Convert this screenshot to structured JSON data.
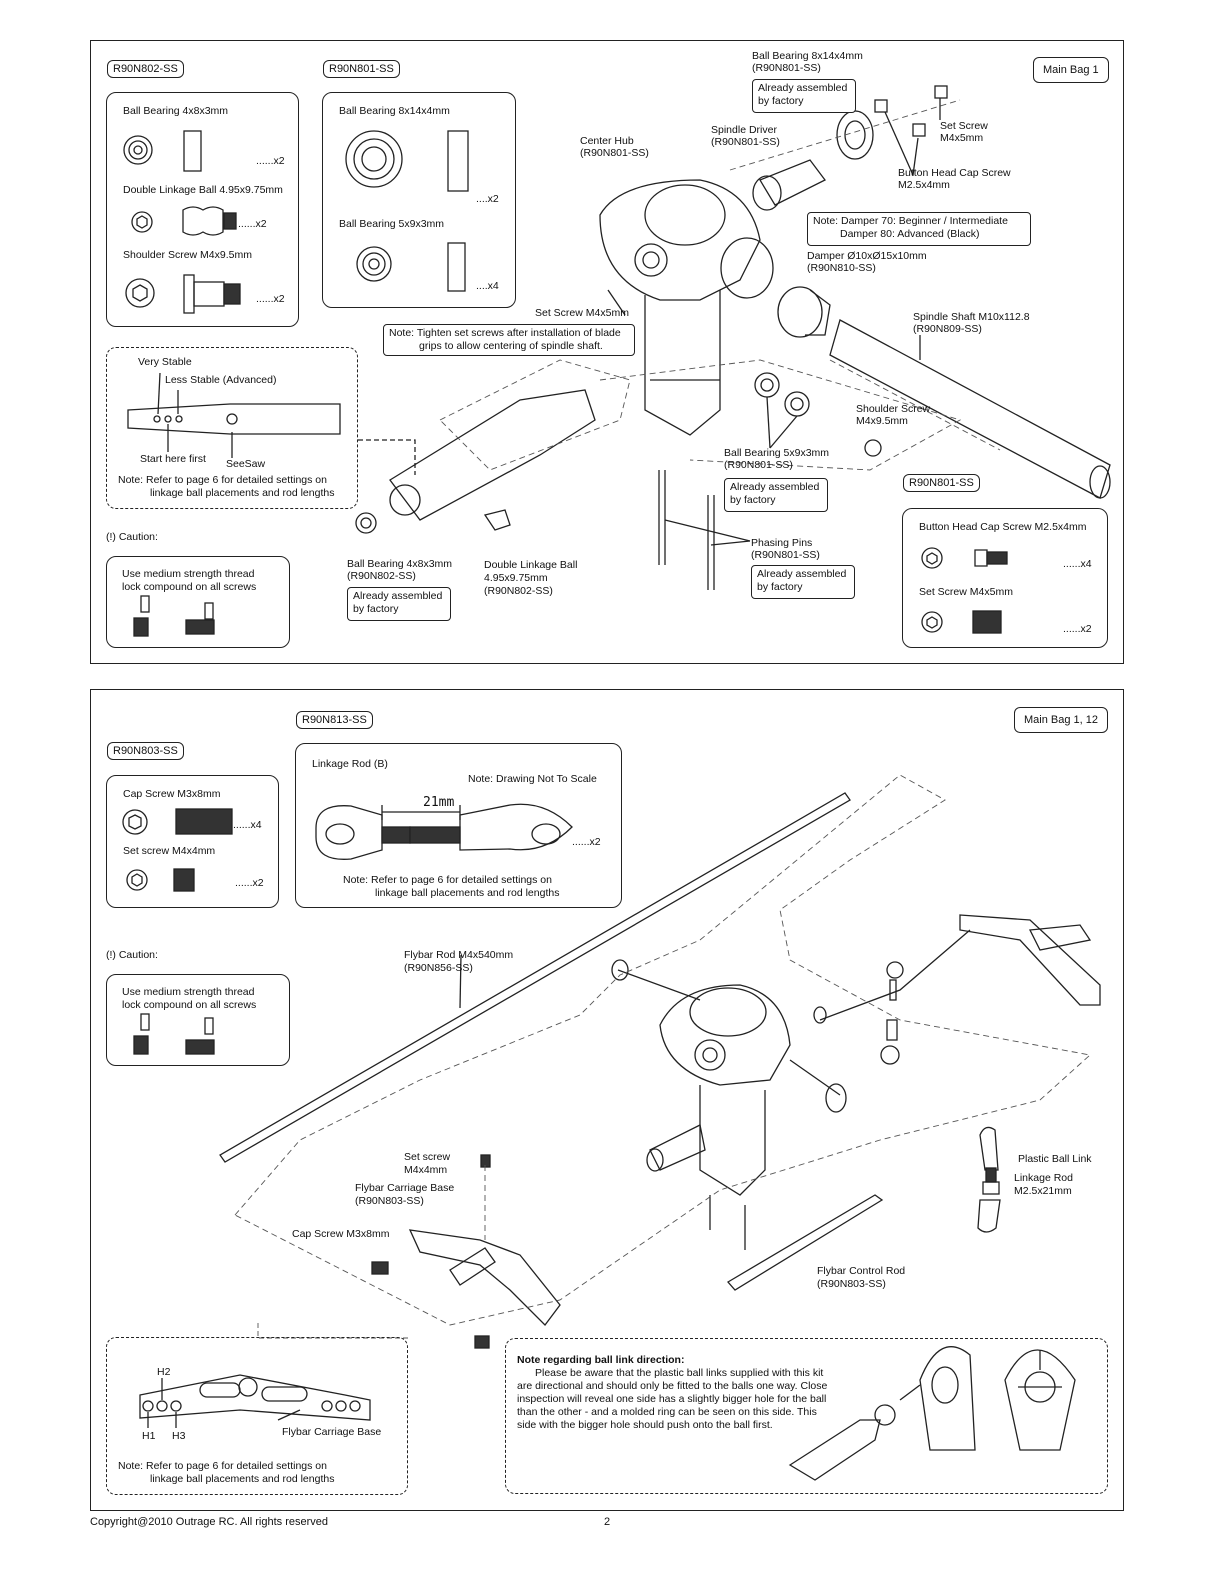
{
  "panel1": {
    "tags": {
      "t802": "R90N802-SS",
      "t801": "R90N801-SS",
      "t801b": "R90N801-SS",
      "bag": "Main Bag 1"
    },
    "box802": {
      "bb": "Ball Bearing 4x8x3mm",
      "bb_qty": "......x2",
      "dlb": "Double Linkage Ball 4.95x9.75mm",
      "dlb_qty": "......x2",
      "ss": "Shoulder Screw M4x9.5mm",
      "ss_qty": "......x2"
    },
    "box801": {
      "bb1": "Ball Bearing 8x14x4mm",
      "bb1_qty": "....x2",
      "bb2": "Ball Bearing 5x9x3mm",
      "bb2_qty": "....x4"
    },
    "seesaw": {
      "very": "Very Stable",
      "less": "Less Stable (Advanced)",
      "start": "Start here first",
      "seesaw": "SeeSaw",
      "note1": "Note: Refer to page 6 for detailed settings  on",
      "note2": "linkage ball placements and rod lengths"
    },
    "caution": "(!) Caution:",
    "caution_box1": "Use medium strength thread",
    "caution_box2": "lock compound on all screws",
    "labels": {
      "bb8_1": "Ball Bearing 8x14x4mm",
      "bb8_2": "(R90N801-SS)",
      "assembled1": "Already assembled",
      "assembled2": "by factory",
      "setscrew_r1": "Set Screw",
      "setscrew_r2": "M4x5mm",
      "spdriver1": "Spindle Driver",
      "spdriver2": "(R90N801-SS)",
      "hub1": "Center Hub",
      "hub2": "(R90N801-SS)",
      "bhcs1": "Button Head Cap Screw",
      "bhcs2": "M2.5x4mm",
      "damper_note1": "Note: Damper 70: Beginner / Intermediate",
      "damper_note2": "Damper 80: Advanced (Black)",
      "damper1": "Damper Ø10xØ15x10mm",
      "damper2": "(R90N810-SS)",
      "setscrew_c": "Set Screw M4x5mm",
      "tighten1": "Note: Tighten set screws after installation of blade",
      "tighten2": "grips to allow centering of spindle shaft.",
      "spshaft1": "Spindle Shaft M10x112.8",
      "spshaft2": "(R90N809-SS)",
      "shscrew1": "Shoulder Screw",
      "shscrew2": "M4x9.5mm",
      "bb5_1": "Ball Bearing 5x9x3mm",
      "bb5_2": "(R90N801-SS)",
      "phase1": "Phasing Pins",
      "phase2": "(R90N801-SS)",
      "bb4_1": "Ball Bearing 4x8x3mm",
      "bb4_2": "(R90N802-SS)",
      "dlb1": "Double Linkage Ball",
      "dlb2": "4.95x9.75mm",
      "dlb3": "(R90N802-SS)"
    },
    "box801b": {
      "bhcs": "Button Head Cap Screw M2.5x4mm",
      "bhcs_qty": "......x4",
      "ss": "Set Screw M4x5mm",
      "ss_qty": "......x2"
    }
  },
  "panel2": {
    "tags": {
      "t813": "R90N813-SS",
      "t803": "R90N803-SS",
      "bag": "Main Bag 1, 12"
    },
    "box803": {
      "cap": "Cap Screw M3x8mm",
      "cap_qty": "......x4",
      "set": "Set screw M4x4mm",
      "set_qty": "......x2"
    },
    "box813": {
      "title": "Linkage Rod (B)",
      "scale": "Note: Drawing Not To Scale",
      "dim": "21mm",
      "qty": "......x2",
      "note1": "Note: Refer to page 6 for detailed settings  on",
      "note2": "linkage ball placements and rod lengths"
    },
    "caution": "(!) Caution:",
    "caution_box1": "Use medium strength thread",
    "caution_box2": "lock compound on all screws",
    "labels": {
      "flybar1": "Flybar Rod M4x540mm",
      "flybar2": "(R90N856-SS)",
      "setscrew1": "Set screw",
      "setscrew2": "M4x4mm",
      "carriage1": "Flybar Carriage Base",
      "carriage2": "(R90N803-SS)",
      "capscrew": "Cap Screw M3x8mm",
      "pbl": "Plastic Ball Link",
      "lrod1": "Linkage Rod",
      "lrod2": "M2.5x21mm",
      "fcr1": "Flybar Control Rod",
      "fcr2": "(R90N803-SS)"
    },
    "carriage_box": {
      "h1": "H1",
      "h2": "H2",
      "h3": "H3",
      "name": "Flybar Carriage Base",
      "note1": "Note: Refer to page 6 for detailed settings  on",
      "note2": "linkage ball placements and rod lengths"
    },
    "ball_note": {
      "title": "Note regarding ball link direction:",
      "l1": "Please be aware that the plastic ball links supplied with this kit",
      "l2": "are directional and should only be fitted to the balls one way. Close",
      "l3": "inspection will reveal one side has a slightly bigger hole for the ball",
      "l4": "than the other - and a molded ring can be seen on this side. This",
      "l5": "side with the bigger hole should push onto the ball first."
    }
  },
  "footer": {
    "copyright": "Copyright@2010 Outrage RC. All rights reserved",
    "page": "2"
  }
}
